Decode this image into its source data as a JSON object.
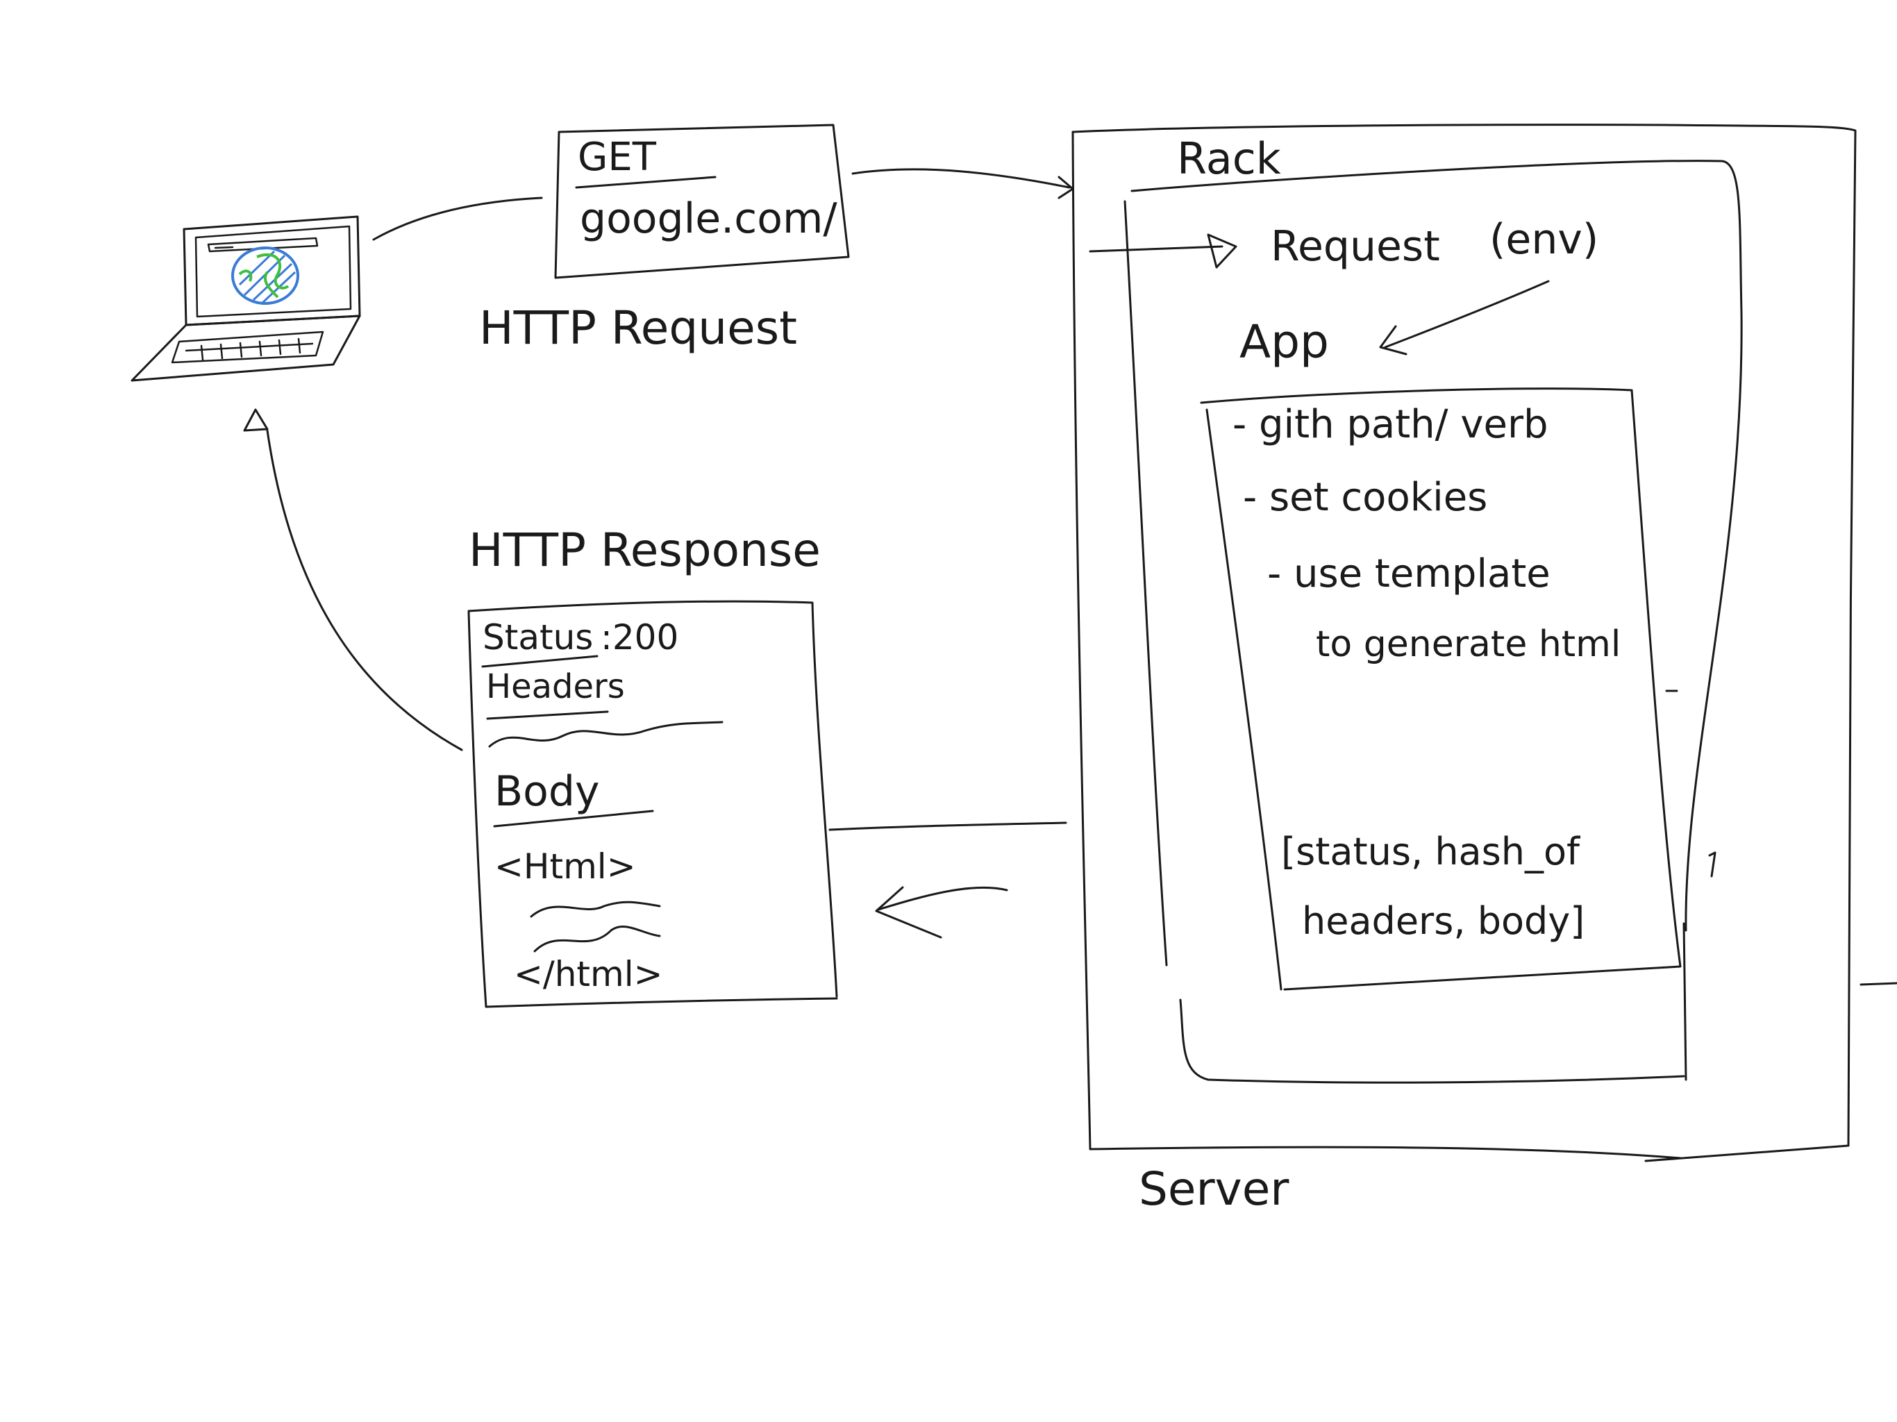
{
  "request": {
    "method": "GET",
    "url": "google.com/",
    "caption": "HTTP Request"
  },
  "response": {
    "caption": "HTTP Response",
    "status": "Status",
    "status_code": ":200",
    "headers": "Headers",
    "body": "Body",
    "html_open": "<Html>",
    "html_close": "</html>"
  },
  "server": {
    "label": "Server",
    "rack": {
      "label": "Rack",
      "request_label": "Request",
      "env_label": "(env)",
      "app": {
        "label": "App",
        "steps": [
          "- gith path/ verb",
          "- set cookies",
          "- use template",
          "to generate html"
        ],
        "return_line1": "[status, hash_of",
        "return_line2": "headers, body]"
      }
    }
  },
  "colors": {
    "ink": "#1a1a1a",
    "globe_blue": "#3a7bd5",
    "globe_green": "#3fbf3f"
  },
  "icons": {
    "client": "laptop-icon",
    "globe": "globe-icon"
  }
}
